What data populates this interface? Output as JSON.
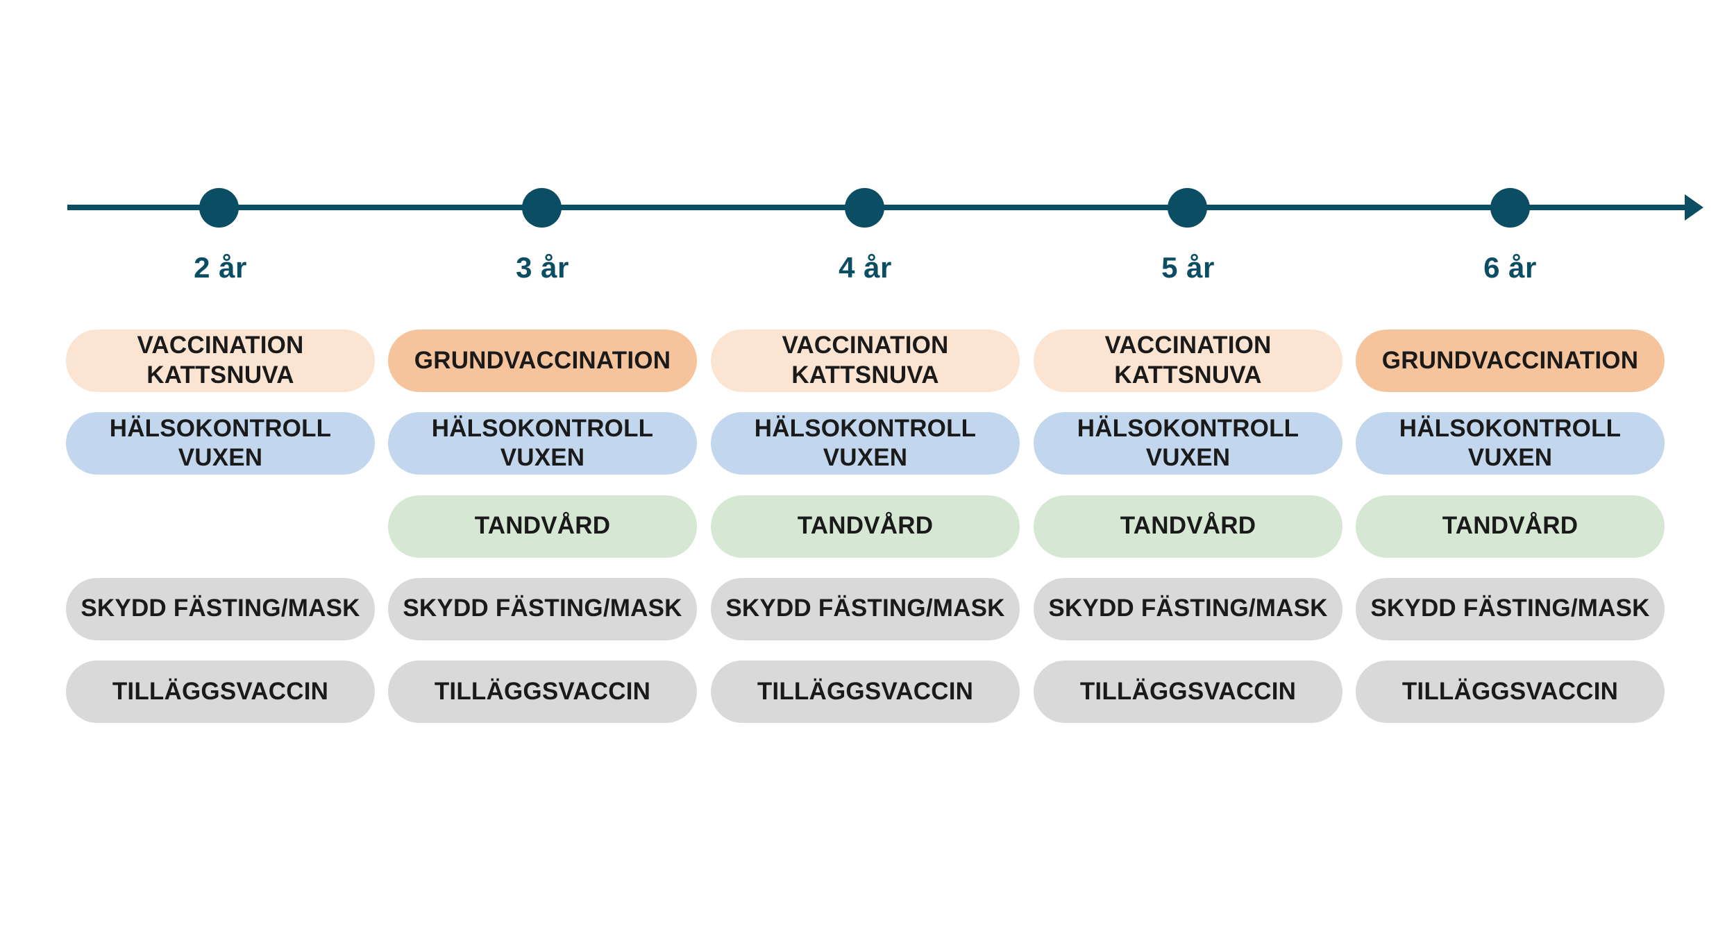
{
  "palette": {
    "timeline_teal": "#0b4d62",
    "year_label_text": "#0b4d62",
    "pill_text": "#1a1a1a",
    "peach": "#fbe4d1",
    "orange": "#f5c49c",
    "blue": "#c2d7ed",
    "green": "#d6e7d4",
    "gray": "#d9d9d9"
  },
  "columns": [
    {
      "year": "2 år",
      "pills": [
        {
          "label": "VACCINATION\nKATTSNUVA",
          "color": "peach"
        },
        {
          "label": "HÄLSOKONTROLL\nVUXEN",
          "color": "blue"
        },
        null,
        {
          "label": "SKYDD FÄSTING/MASK",
          "color": "gray"
        },
        {
          "label": "TILLÄGGSVACCIN",
          "color": "gray"
        }
      ]
    },
    {
      "year": "3 år",
      "pills": [
        {
          "label": "GRUNDVACCINATION",
          "color": "orange"
        },
        {
          "label": "HÄLSOKONTROLL\nVUXEN",
          "color": "blue"
        },
        {
          "label": "TANDVÅRD",
          "color": "green"
        },
        {
          "label": "SKYDD FÄSTING/MASK",
          "color": "gray"
        },
        {
          "label": "TILLÄGGSVACCIN",
          "color": "gray"
        }
      ]
    },
    {
      "year": "4 år",
      "pills": [
        {
          "label": "VACCINATION\nKATTSNUVA",
          "color": "peach"
        },
        {
          "label": "HÄLSOKONTROLL\nVUXEN",
          "color": "blue"
        },
        {
          "label": "TANDVÅRD",
          "color": "green"
        },
        {
          "label": "SKYDD FÄSTING/MASK",
          "color": "gray"
        },
        {
          "label": "TILLÄGGSVACCIN",
          "color": "gray"
        }
      ]
    },
    {
      "year": "5 år",
      "pills": [
        {
          "label": "VACCINATION\nKATTSNUVA",
          "color": "peach"
        },
        {
          "label": "HÄLSOKONTROLL\nVUXEN",
          "color": "blue"
        },
        {
          "label": "TANDVÅRD",
          "color": "green"
        },
        {
          "label": "SKYDD FÄSTING/MASK",
          "color": "gray"
        },
        {
          "label": "TILLÄGGSVACCIN",
          "color": "gray"
        }
      ]
    },
    {
      "year": "6 år",
      "pills": [
        {
          "label": "GRUNDVACCINATION",
          "color": "orange"
        },
        {
          "label": "HÄLSOKONTROLL\nVUXEN",
          "color": "blue"
        },
        {
          "label": "TANDVÅRD",
          "color": "green"
        },
        {
          "label": "SKYDD FÄSTING/MASK",
          "color": "gray"
        },
        {
          "label": "TILLÄGGSVACCIN",
          "color": "gray"
        }
      ]
    }
  ]
}
